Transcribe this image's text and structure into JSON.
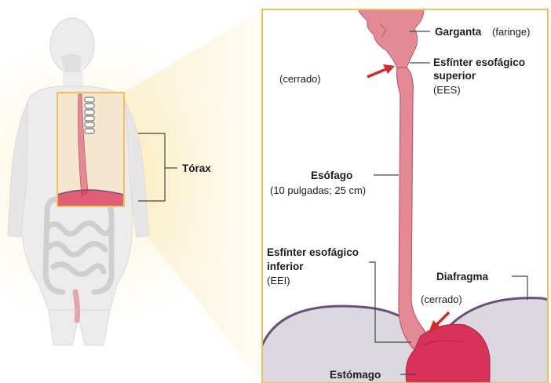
{
  "labels": {
    "torax": "Tórax",
    "garganta": "Garganta",
    "faringe": "(faringe)",
    "ees_line1": "Esfínter esofágico",
    "ees_line2": "superior",
    "ees_abbr": "(EES)",
    "cerrado_top": "(cerrado)",
    "esofago": "Esófago",
    "esofago_len": "(10 pulgadas; 25 cm)",
    "eei_line1": "Esfínter esofágico",
    "eei_line2": "inferior",
    "eei_abbr": "(EEI)",
    "diafragma": "Diafragma",
    "cerrado_bottom": "(cerrado)",
    "estomago": "Estómago"
  },
  "colors": {
    "esophagus": "#e48a97",
    "esophagus_edge": "#c5566a",
    "stomach": "#d8325a",
    "stomach_dark": "#b02046",
    "diaphragm": "#6b4f78",
    "lung": "#dcd8df",
    "arrow": "#d62a2a",
    "frame": "#f2c05a",
    "glow": "#fbeec7",
    "body": "#e9e9e9"
  }
}
